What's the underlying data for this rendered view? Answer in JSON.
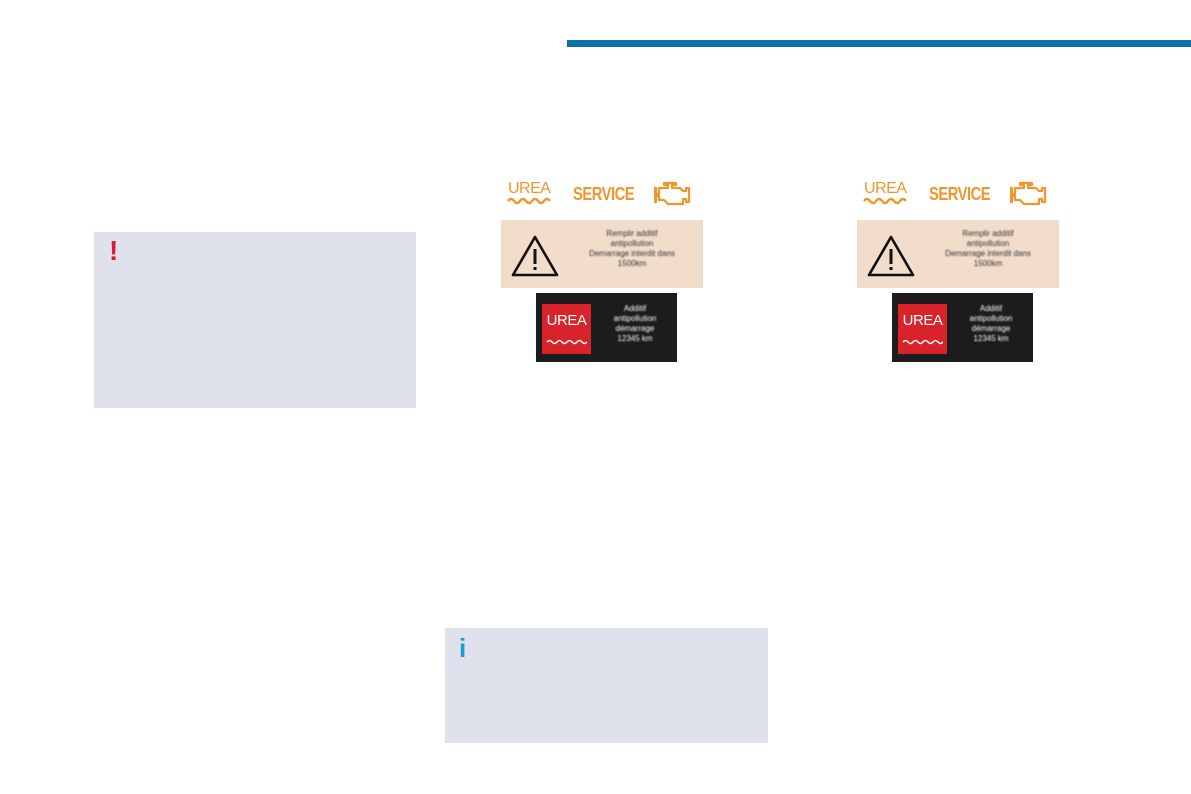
{
  "colors": {
    "accent_rule": "#0b71a8",
    "warning_mark": "#e3182d",
    "info_mark": "#1e9bd7",
    "telltale_orange": "#f0962e",
    "urea_red": "#d8232a"
  },
  "warning_box": {
    "mark": "!",
    "icon": "exclamation-icon"
  },
  "info_box": {
    "mark": "i",
    "icon": "info-icon"
  },
  "panels": [
    {
      "telltales": {
        "urea": "UREA",
        "service": "SERVICE",
        "engine_icon": "engine-check-icon"
      },
      "alert": {
        "icon": "warning-triangle-icon",
        "lines": [
          "Remplir additif",
          "antipollution",
          "Demarrage interdit dans",
          "1500km"
        ]
      },
      "display": {
        "tile_label": "UREA",
        "lines": [
          "Additif",
          "antipollution",
          "démarrage",
          "12345 km"
        ]
      }
    },
    {
      "telltales": {
        "urea": "UREA",
        "service": "SERVICE",
        "engine_icon": "engine-check-icon"
      },
      "alert": {
        "icon": "warning-triangle-icon",
        "lines": [
          "Remplir additif",
          "antipollution",
          "Demarrage interdit dans",
          "1500km"
        ]
      },
      "display": {
        "tile_label": "UREA",
        "lines": [
          "Additif",
          "antipollution",
          "démarrage",
          "12345 km"
        ]
      }
    }
  ]
}
